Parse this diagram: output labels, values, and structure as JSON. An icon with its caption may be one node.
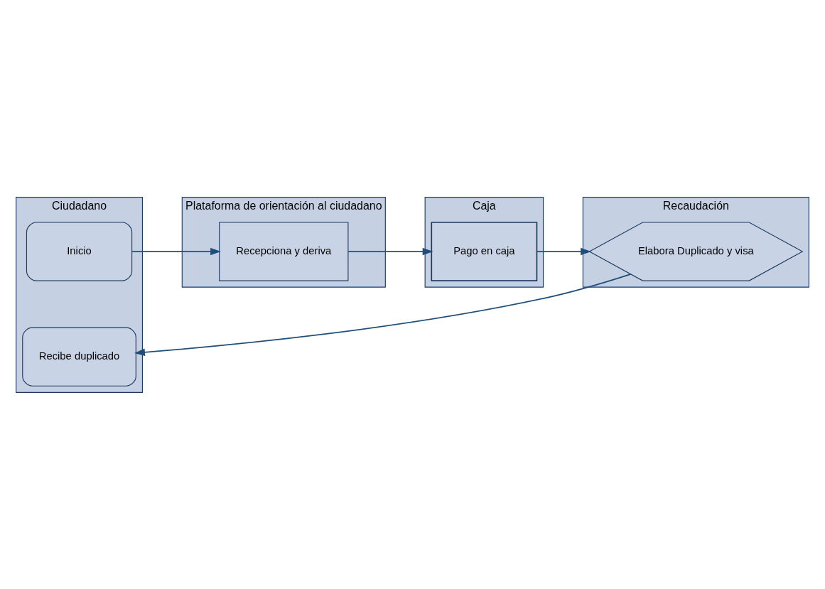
{
  "diagram": {
    "nodes": [
      {
        "text": [
          "Ciudadano"
        ]
      },
      {
        "text": [
          "Plataforma de orientación al ciudadano"
        ]
      },
      {
        "text": [
          "Caja"
        ]
      },
      {
        "text": [
          "Recaudación"
        ]
      },
      {
        "text": [
          "Inicio"
        ],
        "in": 0
      },
      {
        "text": [
          "Recepciona y deriva"
        ],
        "in": 1
      },
      {
        "text": [
          "Pago en caja"
        ],
        "in": 2
      },
      {
        "text": [
          "Elabora Duplicado y visa"
        ],
        "in": 3
      },
      {
        "text": [
          "Recibe duplicado"
        ],
        "in": 0
      }
    ],
    "edges": [
      {
        "from": 4,
        "to": 5,
        "arrow": "to"
      },
      {
        "from": 5,
        "to": 6,
        "arrow": "to"
      },
      {
        "from": 6,
        "to": 7,
        "arrow": "to"
      },
      {
        "from": 7,
        "to": 8,
        "arrow": "to"
      }
    ]
  }
}
